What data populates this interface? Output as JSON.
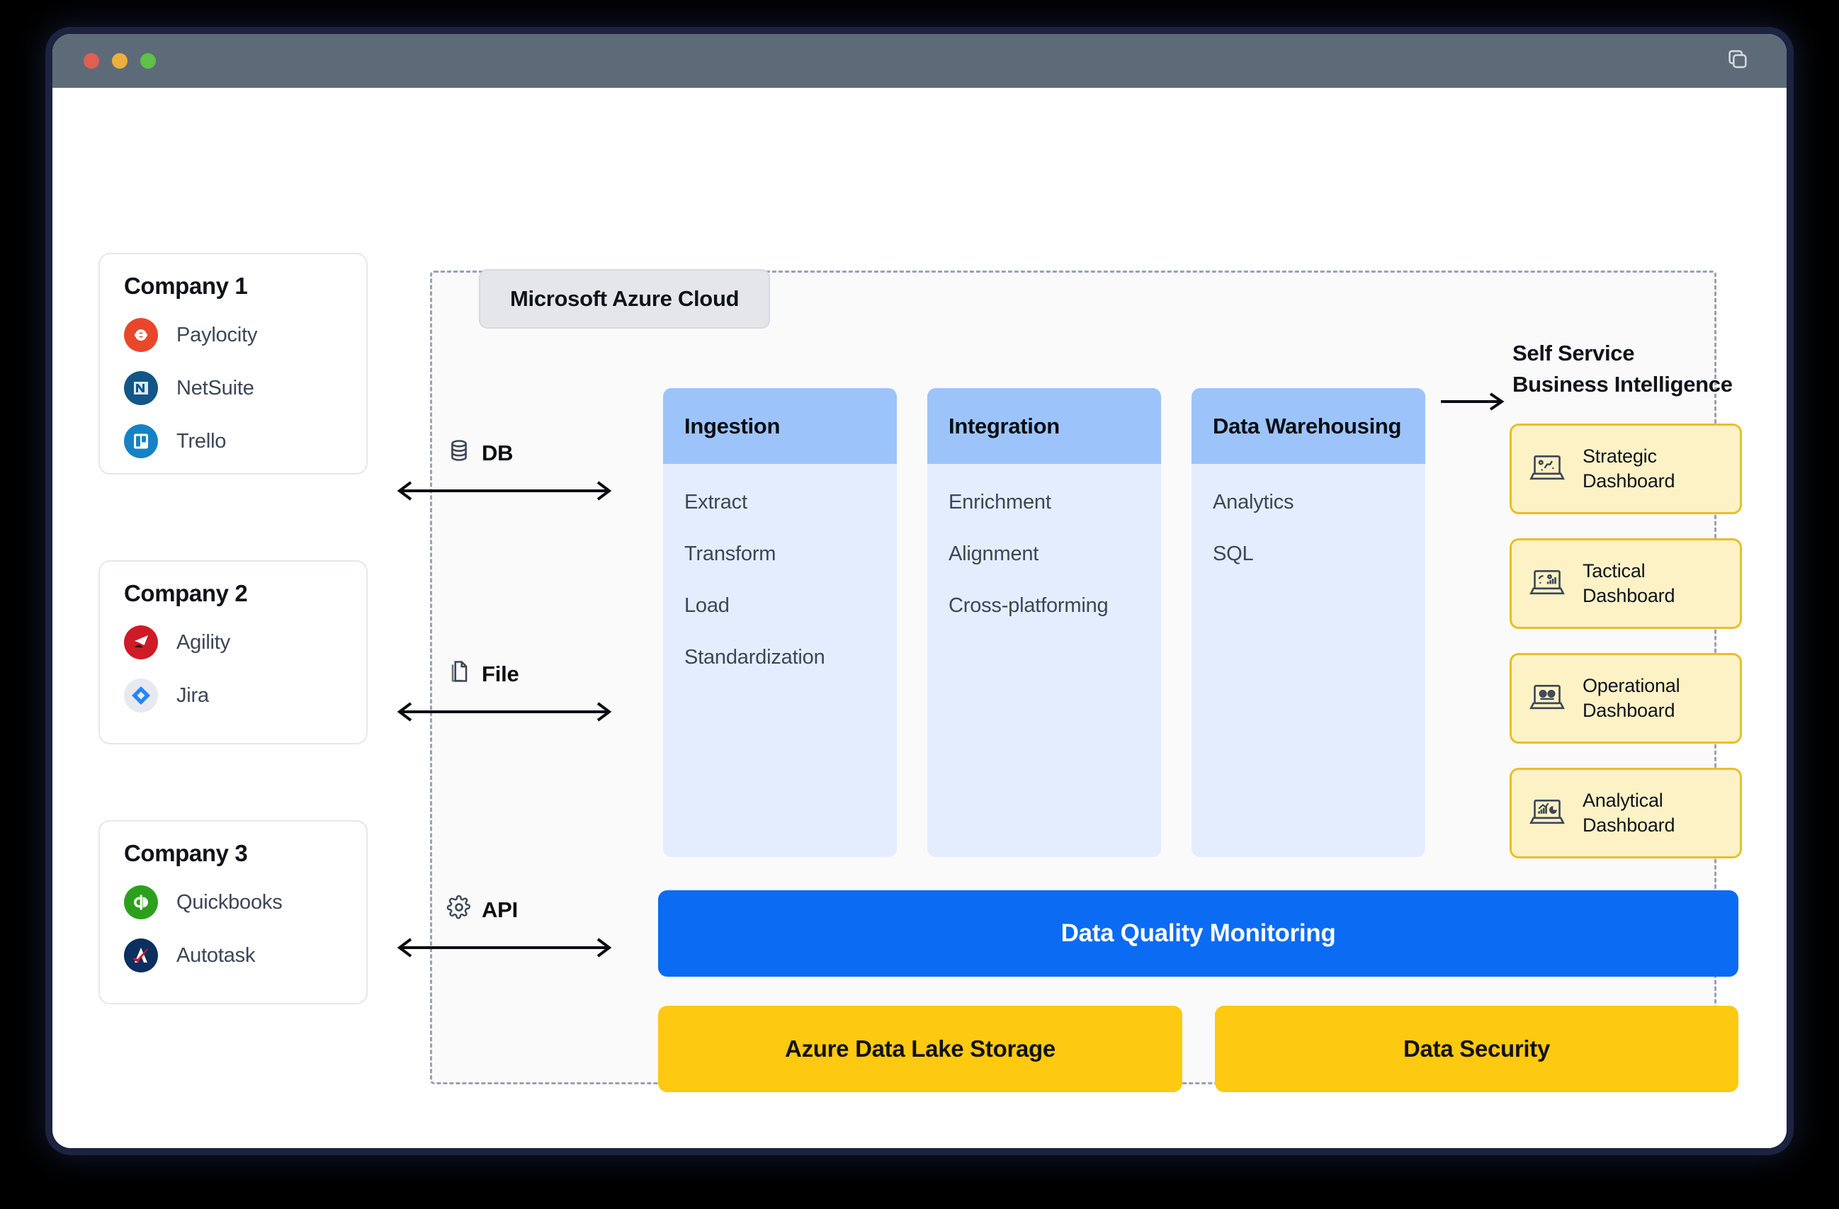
{
  "window": {
    "titlebar": {
      "dots": [
        "close-red",
        "minimize-amber",
        "maximize-green"
      ],
      "right_icon": "copy-windows-icon"
    }
  },
  "companies": [
    {
      "title": "Company 1",
      "apps": [
        {
          "name": "Paylocity",
          "icon": "paylocity-icon",
          "color": "#E8472B"
        },
        {
          "name": "NetSuite",
          "icon": "netsuite-icon",
          "color": "#125688"
        },
        {
          "name": "Trello",
          "icon": "trello-icon",
          "color": "#1682C5"
        }
      ]
    },
    {
      "title": "Company 2",
      "apps": [
        {
          "name": "Agility",
          "icon": "agility-icon",
          "color": "#CF1B27"
        },
        {
          "name": "Jira",
          "icon": "jira-icon",
          "color": "#2684FF"
        }
      ]
    },
    {
      "title": "Company 3",
      "apps": [
        {
          "name": "Quickbooks",
          "icon": "quickbooks-icon",
          "color": "#2CA01C"
        },
        {
          "name": "Autotask",
          "icon": "autotask-icon",
          "color": "#0B2F5E"
        }
      ]
    }
  ],
  "connectors": [
    {
      "label": "DB",
      "icon": "database-icon"
    },
    {
      "label": "File",
      "icon": "file-icon"
    },
    {
      "label": "API",
      "icon": "gear-icon"
    }
  ],
  "azure": {
    "tag": "Microsoft Azure Cloud",
    "stages": [
      {
        "title": "Ingestion",
        "items": [
          "Extract",
          "Transform",
          "Load",
          "Standardization"
        ]
      },
      {
        "title": "Integration",
        "items": [
          "Enrichment",
          "Alignment",
          "Cross-platforming"
        ]
      },
      {
        "title": "Data Warehousing",
        "items": [
          "Analytics",
          "SQL"
        ]
      }
    ],
    "bars": [
      {
        "label": "Data Quality Monitoring",
        "color": "#0B6BF2"
      },
      {
        "label": "Azure Data Lake Storage",
        "color": "#FDC911"
      },
      {
        "label": "Data Security",
        "color": "#FDC911"
      }
    ]
  },
  "bi": {
    "heading_line1": "Self Service",
    "heading_line2": "Business Intelligence",
    "dashboards": [
      {
        "line1": "Strategic",
        "line2": "Dashboard",
        "icon": "laptop-scatter-icon"
      },
      {
        "line1": "Tactical",
        "line2": "Dashboard",
        "icon": "laptop-bars-icon"
      },
      {
        "line1": "Operational",
        "line2": "Dashboard",
        "icon": "laptop-gears-icon"
      },
      {
        "line1": "Analytical",
        "line2": "Dashboard",
        "icon": "laptop-pie-icon"
      }
    ]
  }
}
